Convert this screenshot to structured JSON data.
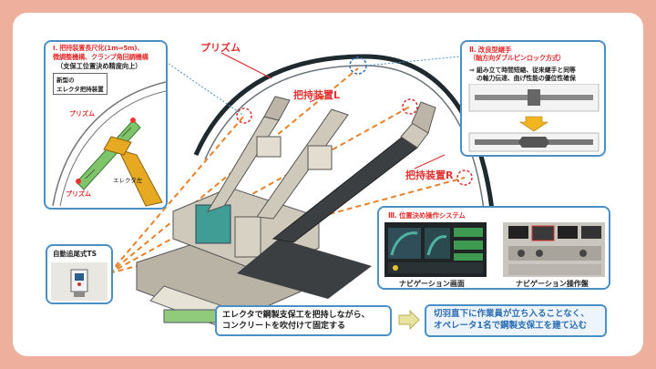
{
  "diagram": {
    "labels": {
      "prism_top": "プリズム",
      "gripper_l": "把持装置L",
      "gripper_r": "把持装置R"
    },
    "panel1": {
      "title_line1": "Ⅰ. 把持装置長尺化(1m⇒5m)、",
      "title_line2": "微調整機構、クランプ角回調機構",
      "subtitle": "（支保工位置決め精度向上）",
      "badge_line1": "新型の",
      "badge_line2": "エレクタ把持装置",
      "prism_a": "プリズム",
      "prism_b": "プリズム",
      "erector": "エレクタ左"
    },
    "panel2": {
      "title_line1": "Ⅱ. 改良型継手",
      "title_line2": "（軸方向ダブルピンロック方式）",
      "desc_line1": "⇒ 組み立て時間短縮、従来継手と同等",
      "desc_line2": "の軸力伝達、曲げ性能の優位性確保"
    },
    "panel3": {
      "title": "Ⅲ. 位置決め操作システム",
      "caption_left": "ナビゲーション画面",
      "caption_right": "ナビゲーション操作盤"
    },
    "panel_ts": {
      "title": "自動追尾式TS"
    },
    "note": {
      "line1": "エレクタで鋼製支保工を把持しながら、",
      "line2": "コンクリートを吹付けて固定する"
    },
    "result": {
      "line1": "切羽直下に作業員が立ち入ることなく、",
      "line2": "オペレータ1名で鋼製支保工を建て込む"
    },
    "colors": {
      "background": "#eeaf9c",
      "panel_border": "#4a90c8",
      "red_text": "#e33030",
      "dashed_line": "#e8822a",
      "result_text": "#2d6fb3"
    }
  }
}
